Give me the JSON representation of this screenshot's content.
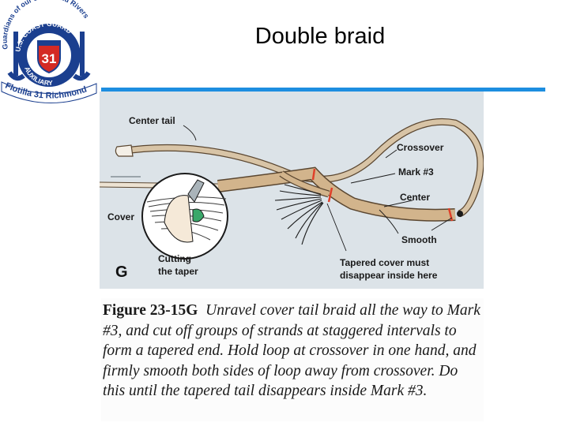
{
  "slide": {
    "title": "Double braid"
  },
  "logo": {
    "top_arc_text": "Guardians of our Lakes and Rivers",
    "ring_text": "U.S. COAST GUARD",
    "ring_bottom_text": "AUXILIARY",
    "center_number": "31",
    "banner_text": "Flotilla 31 Richmond",
    "colors": {
      "navy": "#1b3f8f",
      "red": "#d42a24",
      "white": "#ffffff"
    }
  },
  "figure": {
    "panel_letter": "G",
    "labels": {
      "center_tail": "Center tail",
      "crossover": "Crossover",
      "mark3": "Mark #3",
      "center": "Center",
      "cover": "Cover",
      "smooth": "Smooth",
      "cutting": "Cutting",
      "the_taper": "the taper",
      "tapered_1": "Tapered cover must",
      "tapered_2": "disappear inside here"
    },
    "caption": {
      "label": "Figure 23-15G",
      "text": "Unravel cover tail braid all the way to Mark #3, and cut off groups of strands at staggered intervals to form a tapered end. Hold loop at crossover in one hand, and firmly smooth both sides of loop away from crossover. Do this until the tapered tail disappears inside Mark #3."
    },
    "colors": {
      "rope": "#d2b48c",
      "rope_outline": "#5a4630",
      "tail": "#ede3d3",
      "mark": "#e0402a",
      "panel": "#dce3e8"
    }
  }
}
